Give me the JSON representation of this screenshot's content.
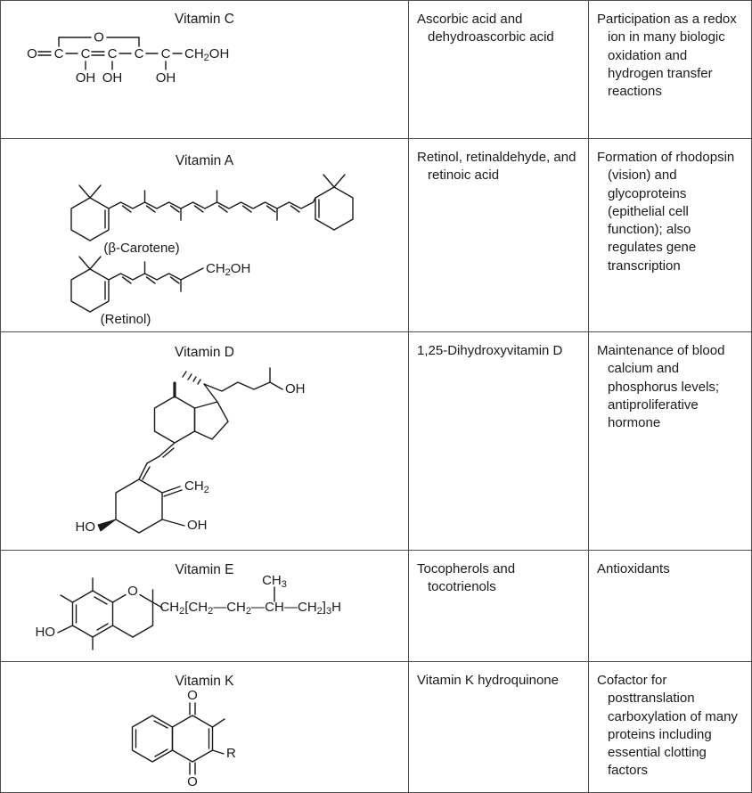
{
  "rows": [
    {
      "title": "Vitamin C",
      "forms": "Ascorbic acid and dehydroascorbic acid",
      "functions": "Participation as a redox ion in many biologic oxidation and hydrogen transfer reactions",
      "structure": {
        "ring_o": "O",
        "o": "O",
        "c": "C",
        "ch2oh": "CH~2~OH",
        "oh": "OH"
      }
    },
    {
      "title": "Vitamin A",
      "forms": "Retinol, retinaldehyde, and retinoic acid",
      "functions": "Formation of rhodopsin (vision) and glycoproteins (epithelial cell function); also regulates gene transcription",
      "structure": {
        "beta_carotene_label": "(β-Carotene)",
        "retinol_label": "(Retinol)",
        "ch2oh": "CH~2~OH"
      }
    },
    {
      "title": "Vitamin D",
      "forms": "1,25-Dihydroxyvitamin D",
      "functions": "Maintenance of blood calcium and phosphorus levels; antiproliferative hormone",
      "structure": {
        "oh_side": "OH",
        "ch2": "CH~2~",
        "oh_ring": "OH",
        "ho": "HO"
      }
    },
    {
      "title": "Vitamin E",
      "forms": "Tocopherols and tocotrienols",
      "functions": "Antioxidants",
      "structure": {
        "ho": "HO",
        "ring_o": "O",
        "ch3": "CH~3~",
        "chain_pre": "CH~2~[CH~2~—CH~2~—",
        "chain_branch": "CH",
        "chain_post": "—CH~2~]~3~H"
      }
    },
    {
      "title": "Vitamin K",
      "forms": "Vitamin K hydroquinone",
      "functions": "Cofactor for posttranslation carboxylation of many proteins including essential clotting factors",
      "structure": {
        "o_top": "O",
        "o_bottom": "O",
        "r": "R"
      }
    }
  ]
}
